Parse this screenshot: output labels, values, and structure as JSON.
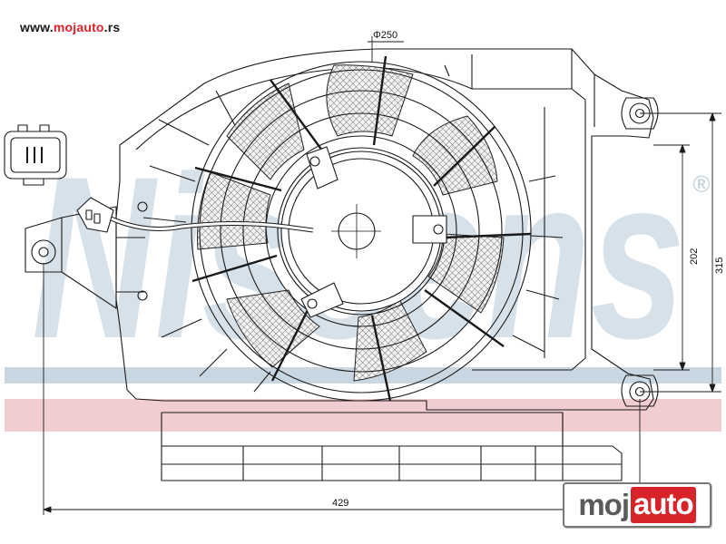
{
  "header": {
    "url_prefix": "www.",
    "url_brand": "mojauto",
    "url_suffix": ".rs"
  },
  "dimensions": {
    "diameter": "Φ250",
    "height_inner": "202",
    "height_total": "315",
    "width_total": "429"
  },
  "watermark": {
    "text": "Nissens",
    "registered": "®"
  },
  "logo": {
    "part1": "moj",
    "part2": "auto"
  },
  "colors": {
    "accent_red": "#d8232a",
    "watermark_blue": "#c9d7e3",
    "watermark_pink": "#f1ccd1",
    "line": "#1a1a1a"
  }
}
